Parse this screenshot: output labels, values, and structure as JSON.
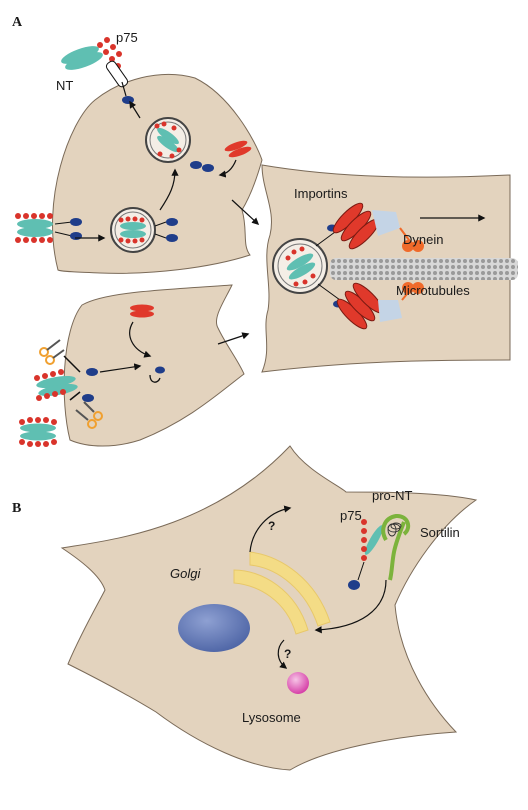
{
  "panels": {
    "a": "A",
    "b": "B"
  },
  "labels": {
    "p75_top": "p75",
    "nt": "NT",
    "importins": "Importins",
    "dynein": "Dynein",
    "microtubules": "Microtubules",
    "p75_b": "p75",
    "pro_nt": "pro-NT",
    "sortilin": "Sortilin",
    "golgi": "Golgi",
    "lysosome": "Lysosome",
    "question_top": "?",
    "question_bottom": "?"
  },
  "colors": {
    "cell_fill": "#e3d3be",
    "cell_stroke": "#7a6a58",
    "neurotrophin": "#5fbfb2",
    "receptor_red": "#d9342b",
    "receptor_blue": "#1f3d8a",
    "importin_red": "#e0392b",
    "dynein_orange": "#f06a2a",
    "golgi_yellow": "#f4dc86",
    "nucleus_blue": "#6077b5",
    "lysosome_pink": "#e25bb6",
    "sortilin_green": "#7cb33c"
  }
}
